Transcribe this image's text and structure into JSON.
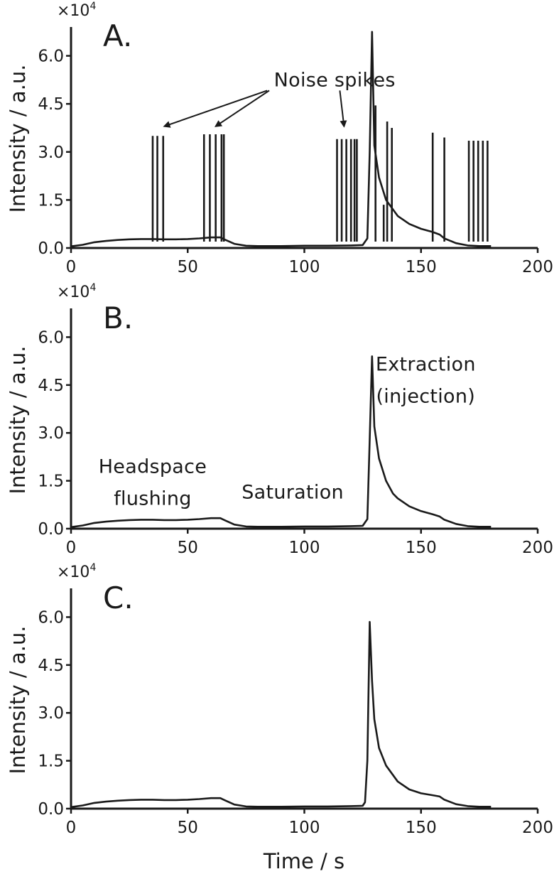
{
  "chart_data": [
    {
      "type": "line",
      "panel_label": "A.",
      "ylabel": "Intensity / a.u.",
      "xlabel": "",
      "y_multiplier": "×10",
      "y_multiplier_exp": "4",
      "xlim": [
        0,
        200
      ],
      "ylim": [
        0,
        6.9
      ],
      "xticks": [
        0,
        50,
        100,
        150,
        200
      ],
      "xtick_labels": [
        "0",
        "50",
        "100",
        "150",
        "200"
      ],
      "yticks": [
        0,
        1.5,
        3.0,
        4.5,
        6.0
      ],
      "ytick_labels": [
        "0.0",
        "1.5",
        "3.0",
        "4.5",
        "6.0"
      ],
      "grid": false,
      "annotations": [
        {
          "text": "Noise spikes",
          "x": 113,
          "y": 5.05,
          "anchor": "middle",
          "arrows": [
            [
              40,
              3.8
            ],
            [
              62,
              3.8
            ],
            [
              117,
              3.8
            ]
          ]
        }
      ],
      "series": [
        {
          "x": [
            0,
            5,
            10,
            15,
            20,
            25,
            30,
            35,
            40,
            45,
            50,
            55,
            60,
            64,
            66,
            70,
            75,
            80,
            90,
            100,
            110,
            120,
            125,
            127,
            128,
            129,
            130,
            132,
            135,
            140,
            145,
            150,
            155,
            158,
            160,
            165,
            170,
            175,
            180
          ],
          "y": [
            0.05,
            0.1,
            0.18,
            0.22,
            0.25,
            0.27,
            0.28,
            0.28,
            0.27,
            0.27,
            0.28,
            0.3,
            0.33,
            0.33,
            0.26,
            0.13,
            0.07,
            0.06,
            0.06,
            0.07,
            0.07,
            0.08,
            0.09,
            0.3,
            3.0,
            6.75,
            3.2,
            2.2,
            1.5,
            1.0,
            0.75,
            0.6,
            0.5,
            0.42,
            0.3,
            0.15,
            0.08,
            0.06,
            0.06
          ]
        }
      ],
      "spikes": [
        {
          "x": 35,
          "y": 3.5
        },
        {
          "x": 37,
          "y": 3.5
        },
        {
          "x": 39.5,
          "y": 3.5
        },
        {
          "x": 57,
          "y": 3.55
        },
        {
          "x": 59.5,
          "y": 3.55
        },
        {
          "x": 62,
          "y": 3.55
        },
        {
          "x": 64.5,
          "y": 3.55
        },
        {
          "x": 65.5,
          "y": 3.55
        },
        {
          "x": 114,
          "y": 3.4
        },
        {
          "x": 116,
          "y": 3.4
        },
        {
          "x": 118,
          "y": 3.4
        },
        {
          "x": 120,
          "y": 3.4
        },
        {
          "x": 121.5,
          "y": 3.4
        },
        {
          "x": 122.5,
          "y": 3.4
        },
        {
          "x": 130.5,
          "y": 4.45
        },
        {
          "x": 134,
          "y": 1.35
        },
        {
          "x": 135.5,
          "y": 3.95
        },
        {
          "x": 137.5,
          "y": 3.75
        },
        {
          "x": 155,
          "y": 3.6
        },
        {
          "x": 160,
          "y": 3.45
        },
        {
          "x": 170.5,
          "y": 3.35
        },
        {
          "x": 172.5,
          "y": 3.35
        },
        {
          "x": 174.5,
          "y": 3.35
        },
        {
          "x": 176.5,
          "y": 3.35
        },
        {
          "x": 178.5,
          "y": 3.35
        }
      ]
    },
    {
      "type": "line",
      "panel_label": "B.",
      "ylabel": "Intensity / a.u.",
      "xlabel": "",
      "y_multiplier": "×10",
      "y_multiplier_exp": "4",
      "xlim": [
        0,
        200
      ],
      "ylim": [
        0,
        6.9
      ],
      "xticks": [
        0,
        50,
        100,
        150,
        200
      ],
      "xtick_labels": [
        "0",
        "50",
        "100",
        "150",
        "200"
      ],
      "yticks": [
        0,
        1.5,
        3.0,
        4.5,
        6.0
      ],
      "ytick_labels": [
        "0.0",
        "1.5",
        "3.0",
        "4.5",
        "6.0"
      ],
      "grid": false,
      "annotations": [
        {
          "text": "Headspace",
          "x": 35,
          "y": 1.75,
          "anchor": "middle"
        },
        {
          "text": "flushing",
          "x": 35,
          "y": 0.75,
          "anchor": "middle"
        },
        {
          "text": "Saturation",
          "x": 95,
          "y": 0.95,
          "anchor": "middle"
        },
        {
          "text": "Extraction",
          "x": 152,
          "y": 4.95,
          "anchor": "middle"
        },
        {
          "text": "(injection)",
          "x": 152,
          "y": 3.95,
          "anchor": "middle"
        }
      ],
      "series": [
        {
          "x": [
            0,
            5,
            10,
            15,
            20,
            25,
            30,
            35,
            40,
            45,
            50,
            55,
            60,
            64,
            66,
            70,
            75,
            80,
            90,
            100,
            110,
            120,
            125,
            127,
            128,
            129,
            130,
            132,
            135,
            138,
            140,
            145,
            150,
            155,
            158,
            160,
            165,
            170,
            175,
            180
          ],
          "y": [
            0.05,
            0.1,
            0.18,
            0.22,
            0.25,
            0.27,
            0.28,
            0.28,
            0.27,
            0.27,
            0.28,
            0.3,
            0.33,
            0.33,
            0.26,
            0.13,
            0.07,
            0.06,
            0.06,
            0.07,
            0.07,
            0.08,
            0.09,
            0.3,
            2.8,
            5.4,
            3.2,
            2.2,
            1.5,
            1.1,
            0.95,
            0.7,
            0.55,
            0.45,
            0.38,
            0.28,
            0.15,
            0.08,
            0.06,
            0.06
          ]
        }
      ]
    },
    {
      "type": "line",
      "panel_label": "C.",
      "ylabel": "Intensity / a.u.",
      "xlabel": "Time / s",
      "y_multiplier": "×10",
      "y_multiplier_exp": "4",
      "xlim": [
        0,
        200
      ],
      "ylim": [
        0,
        6.9
      ],
      "xticks": [
        0,
        50,
        100,
        150,
        200
      ],
      "xtick_labels": [
        "0",
        "50",
        "100",
        "150",
        "200"
      ],
      "yticks": [
        0,
        1.5,
        3.0,
        4.5,
        6.0
      ],
      "ytick_labels": [
        "0.0",
        "1.5",
        "3.0",
        "4.5",
        "6.0"
      ],
      "grid": false,
      "annotations": [],
      "series": [
        {
          "x": [
            0,
            5,
            10,
            15,
            20,
            25,
            30,
            35,
            40,
            45,
            50,
            55,
            60,
            64,
            66,
            70,
            75,
            80,
            90,
            100,
            110,
            120,
            125,
            126,
            127,
            128,
            129,
            130,
            132,
            135,
            140,
            145,
            150,
            155,
            158,
            160,
            165,
            170,
            175,
            180
          ],
          "y": [
            0.05,
            0.1,
            0.18,
            0.22,
            0.25,
            0.27,
            0.28,
            0.28,
            0.27,
            0.27,
            0.28,
            0.3,
            0.33,
            0.33,
            0.26,
            0.13,
            0.07,
            0.06,
            0.06,
            0.07,
            0.07,
            0.08,
            0.09,
            0.2,
            1.5,
            5.85,
            4.0,
            2.8,
            1.9,
            1.35,
            0.85,
            0.6,
            0.48,
            0.42,
            0.38,
            0.28,
            0.14,
            0.08,
            0.06,
            0.06
          ]
        }
      ]
    }
  ]
}
